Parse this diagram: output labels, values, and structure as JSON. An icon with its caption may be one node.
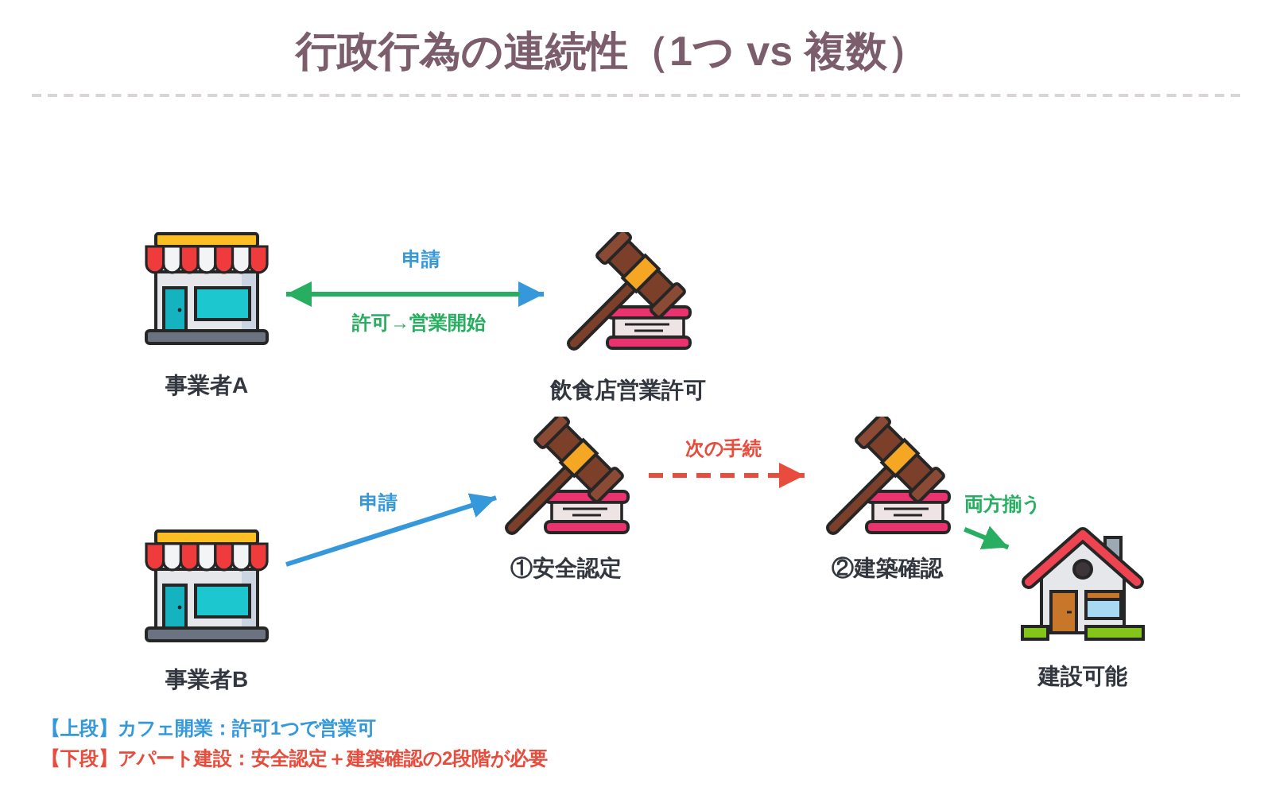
{
  "diagram": {
    "title": "行政行為の連続性（1つ vs 複数）",
    "nodes": [
      {
        "text": [
          "事業者A"
        ]
      },
      {
        "text": [
          "飲食店営業許可"
        ]
      },
      {
        "text": [
          "事業者B"
        ]
      },
      {
        "text": [
          "①安全認定"
        ]
      },
      {
        "text": [
          "②建築確認"
        ]
      },
      {
        "text": [
          "建設可能"
        ]
      }
    ],
    "edges": [
      {
        "from": 0,
        "to": 1,
        "arrow": "to",
        "label": "申請",
        "color": "#3498db"
      },
      {
        "from": 1,
        "to": 0,
        "arrow": "to",
        "label": "許可→営業開始",
        "color": "#27ae60"
      },
      {
        "from": 2,
        "to": 3,
        "arrow": "to",
        "label": "申請",
        "color": "#3498db"
      },
      {
        "from": 3,
        "to": 4,
        "arrow": "to",
        "label": "次の手続",
        "style": "dashed",
        "color": "#e74c3c"
      },
      {
        "from": 4,
        "to": 5,
        "arrow": "to",
        "label": "両方揃う",
        "color": "#27ae60"
      }
    ],
    "labels": [
      "【上段】カフェ開業：許可1つで営業可",
      "【下段】アパート建設：安全認定＋建築確認の2段階が必要"
    ]
  }
}
